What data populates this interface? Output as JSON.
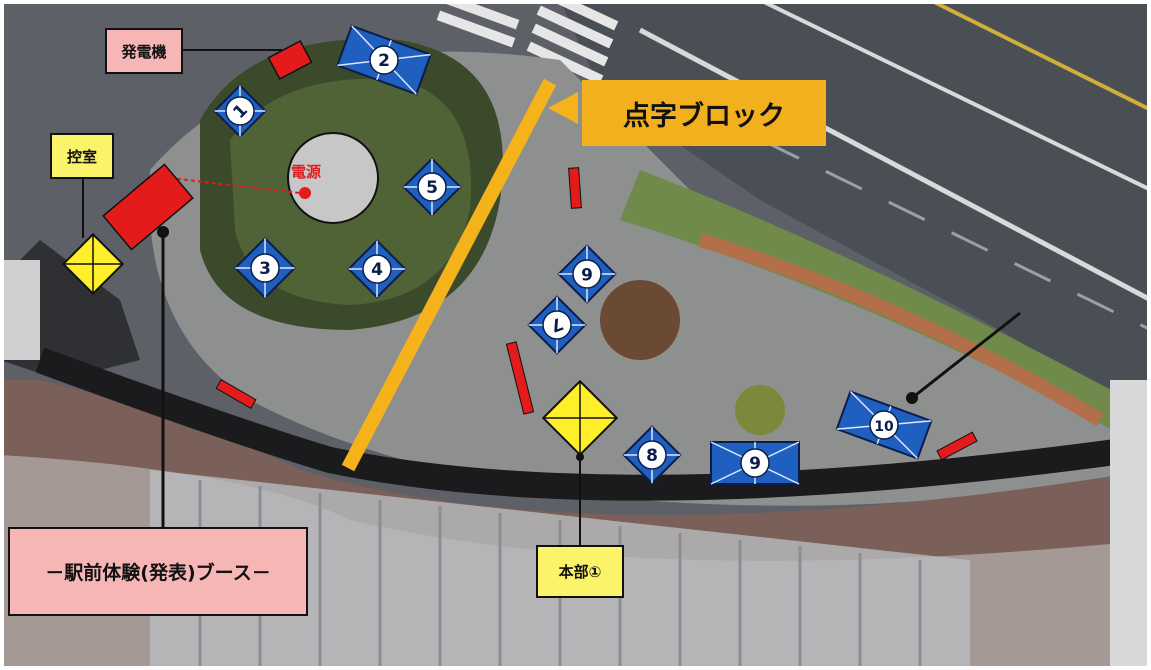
{
  "map": {
    "labels": {
      "generator": "発電機",
      "waiting_room": "控室",
      "power": "電源",
      "tactile_block": "点字ブロック",
      "booth": "－駅前体験(発表)ブース－",
      "hq": "本部①"
    },
    "booths": [
      "1",
      "2",
      "3",
      "4",
      "5",
      "6",
      "7",
      "8",
      "9",
      "10"
    ],
    "colors": {
      "booth_blue": "#1f5fbf",
      "generator_red": "#e41b1b",
      "hq_yellow": "#ffef2a",
      "tactile_orange": "#f5b21a",
      "label_pink": "#f7b6b6"
    }
  }
}
